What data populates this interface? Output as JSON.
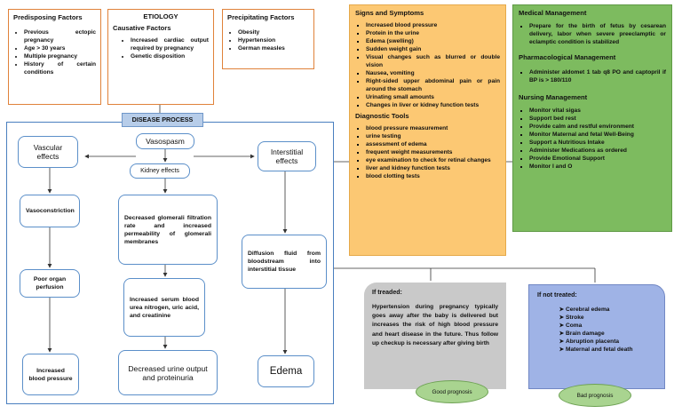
{
  "predisposing": {
    "title": "Predisposing Factors",
    "items": [
      "Previous ectopic pregnancy",
      "Age > 30 years",
      "Multiple pregnancy",
      "History of certain conditions"
    ]
  },
  "etiology": {
    "title": "ETIOLOGY",
    "subtitle": "Causative Factors",
    "items": [
      "Increased cardiac output required by pregnancy",
      "Genetic disposition"
    ]
  },
  "precipitating": {
    "title": "Precipitating Factors",
    "items": [
      "Obesity",
      "Hypertension",
      "German measles"
    ]
  },
  "signs": {
    "title": "Signs and Symptoms",
    "items": [
      "Increased blood pressure",
      "Protein in the urine",
      "Edema (swelling)",
      "Sudden weight gain",
      "Visual changes such as blurred or double vision",
      "Nausea, vomiting",
      "Right-sided upper abdominal pain or pain around the stomach",
      "Urinating small amounts",
      "Changes in liver or kidney function tests"
    ],
    "diag_title": "Diagnostic Tools",
    "diag_items": [
      "blood pressure measurement",
      "urine testing",
      "assessment of edema",
      "frequent weight measurements",
      "eye examination to check for retinal changes",
      "liver and kidney function tests",
      "blood clotting tests"
    ]
  },
  "management": {
    "medical_title": "Medical Management",
    "medical_items": [
      "Prepare for the birth of fetus by cesarean delivery, labor when severe preeclamptic or eclamptic condition is stabilized"
    ],
    "pharma_title": "Pharmacological Management",
    "pharma_items": [
      "Administer aldomet 1 tab q8 PO and captopril if BP is > 180/110"
    ],
    "nursing_title": "Nursing Management",
    "nursing_items": [
      "Monitor vital sigas",
      "Support bed rest",
      "Provide calm and restful environment",
      "Monitor Maternal and fetal Well-Being",
      "Support a Nutritious Intake",
      "Administer Medications as ordered",
      "Provide Emotional Support",
      "Monitor I and O"
    ]
  },
  "disease_process": {
    "label": "DISEASE PROCESS",
    "vascular": "Vascular effects",
    "vasospasm": "Vasospasm",
    "interstitial": "Interstitial effects",
    "kidney": "Kidney effects",
    "vasoconstriction": "Vasoconstriction",
    "gfr": "Decreased glomerali filtration rate and increased permeability of glomerali membranes",
    "diffusion": "Diffusion fluid from bloodstream into interstitial tissue",
    "poor_perfusion": "Poor organ perfusion",
    "serum": "Increased serum blood urea nitrogen, uric acid, and creatinine",
    "increased_bp": "Increased blood pressure",
    "urine_output": "Decreased urine output and proteinuria",
    "edema": "Edema"
  },
  "treated": {
    "title": "If treaded:",
    "text": "Hypertension during pregnancy typically goes away after the baby is delivered but increases the risk of high blood pressure and heart disease in the future. Thus follow up checkup is necessary after giving birth",
    "prognosis": "Good prognosis"
  },
  "not_treated": {
    "title": "If not treated:",
    "items": [
      "Cerebral edema",
      "Stroke",
      "Coma",
      "Brain damage",
      "Abruption placenta",
      "Maternal and fetal death"
    ],
    "prognosis": "Bad prognosis"
  },
  "colors": {
    "orange_border": "#e0823a",
    "signs_fill": "#fcc873",
    "management_fill": "#7dbb5f",
    "blue_border": "#5b8fc9",
    "treated_fill": "#c9c9c9",
    "not_treated_fill": "#9fb3e6",
    "prognosis_fill": "#a9d490",
    "disease_label_fill": "#b7cde9"
  }
}
